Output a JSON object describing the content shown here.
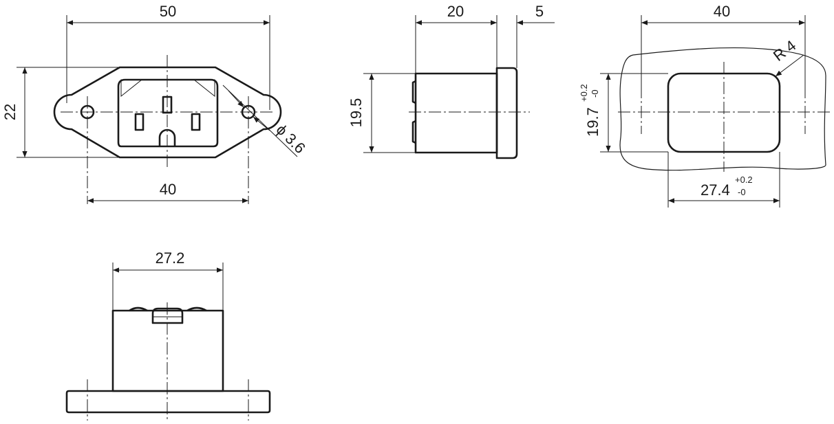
{
  "drawing": {
    "front_view": {
      "overall_width": "50",
      "height": "22",
      "hole_spacing": "40",
      "hole_diameter": "ϕ 3.6"
    },
    "side_view": {
      "body_depth": "20",
      "flange_thickness": "5",
      "body_height": "19.5"
    },
    "panel_cutout": {
      "hole_spacing": "40",
      "corner_radius": "R 4",
      "height": "19.7",
      "height_tol_plus": "+0.2",
      "height_tol_minus": "-0",
      "width": "27.4",
      "width_tol_plus": "+0.2",
      "width_tol_minus": "-0"
    },
    "top_view": {
      "body_width": "27.2"
    }
  }
}
